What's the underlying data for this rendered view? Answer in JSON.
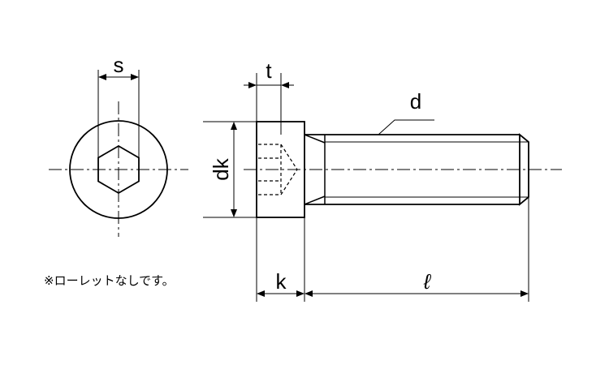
{
  "labels": {
    "s": "s",
    "t": "t",
    "d": "d",
    "dk": "dk",
    "k": "k",
    "l": "ℓ"
  },
  "note": "※ローレットなしです。",
  "colors": {
    "line": "#000000",
    "background": "#ffffff"
  }
}
